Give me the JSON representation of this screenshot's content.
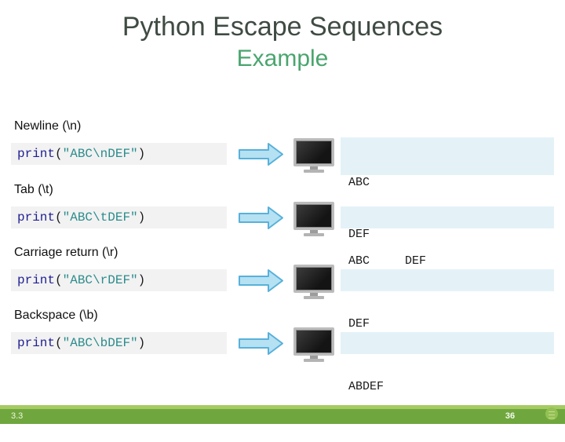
{
  "slide": {
    "title": "Python Escape Sequences",
    "subtitle": "Example",
    "colors": {
      "title": "#3f4b43",
      "subtitle_green": "#4aa56e",
      "code_box_bg": "#f2f2f2",
      "keyword_blue": "#1f1f93",
      "string_teal": "#2d8c8c",
      "arrow_fill": "#b5e1f3",
      "arrow_stroke": "#58b1da",
      "output_bg": "#e4f2f8",
      "footer_green": "#6fa73e",
      "footer_strip_green": "#a6cb63"
    }
  },
  "rows": [
    {
      "label": "Newline (\\n)",
      "code": {
        "keyword": "print",
        "open": "(",
        "string": "\"ABC\\nDEF\"",
        "close": ")"
      },
      "output_lines": {
        "0": "ABC",
        "1": "DEF"
      }
    },
    {
      "label": "Tab (\\t)",
      "code": {
        "keyword": "print",
        "open": "(",
        "string": "\"ABC\\tDEF\"",
        "close": ")"
      },
      "output_lines": {
        "0": "ABC     DEF"
      }
    },
    {
      "label": "Carriage return (\\r)",
      "code": {
        "keyword": "print",
        "open": "(",
        "string": "\"ABC\\rDEF\"",
        "close": ")"
      },
      "output_lines": {
        "0": "DEF"
      }
    },
    {
      "label": "Backspace (\\b)",
      "code": {
        "keyword": "print",
        "open": "(",
        "string": "\"ABC\\bDEF\"",
        "close": ")"
      },
      "output_lines": {
        "0": "ABDEF"
      }
    }
  ],
  "footer": {
    "section": "3.3",
    "page": "36"
  }
}
